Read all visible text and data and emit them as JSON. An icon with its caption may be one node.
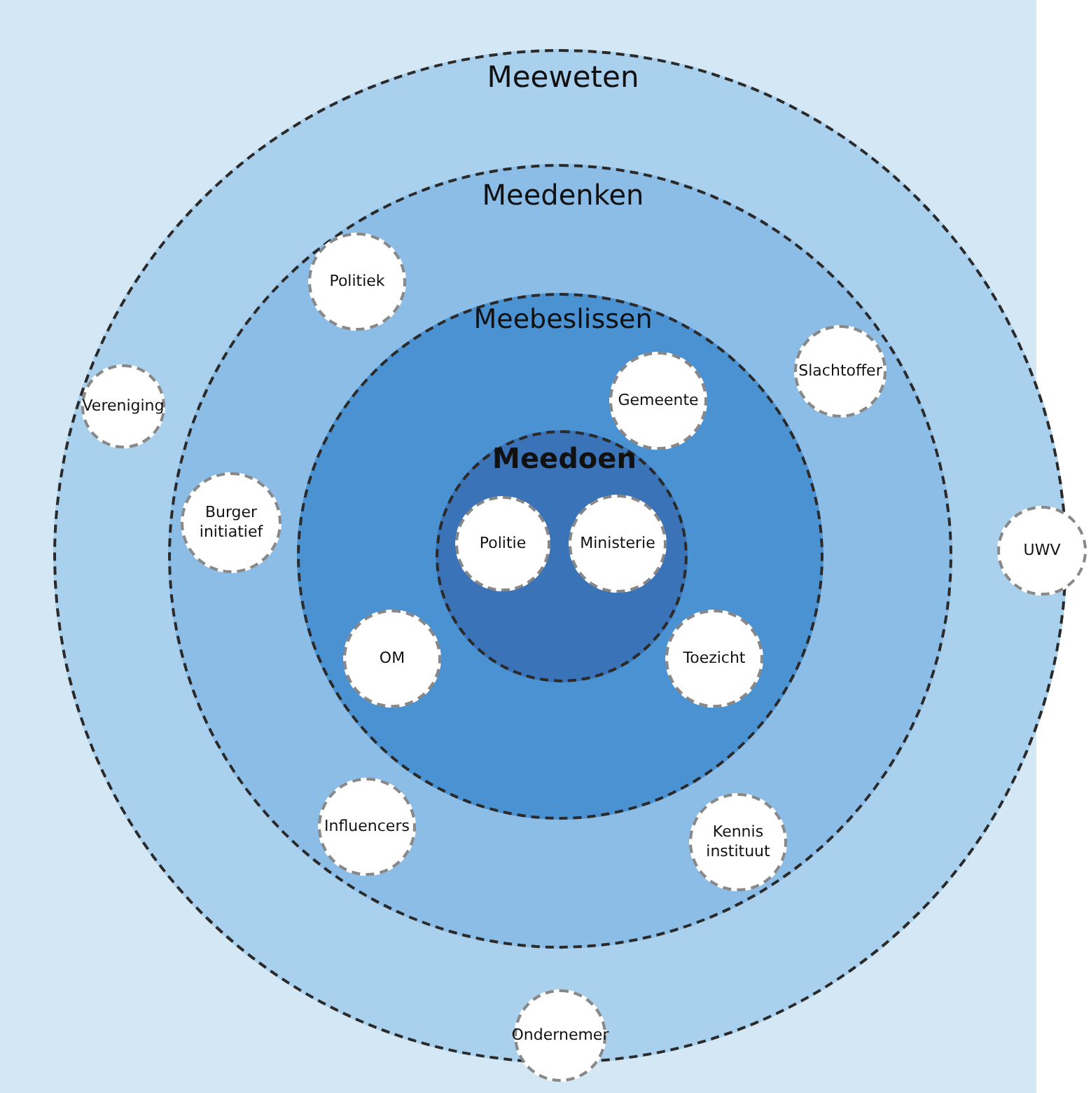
{
  "diagram": {
    "nodes": [
      {
        "text": [
          "Meeweten"
        ]
      },
      {
        "text": [
          "Meedenken"
        ],
        "in": 0
      },
      {
        "text": [
          "Meebeslissen"
        ],
        "in": 1
      },
      {
        "text": [
          "Meedoen"
        ],
        "in": 2
      },
      {
        "text": [
          "Vereniging"
        ],
        "in": 0
      },
      {
        "text": [
          "Politiek"
        ],
        "in": 1
      },
      {
        "text": [
          "Slachtoffer"
        ],
        "in": 1
      },
      {
        "text": [
          "Gemeente"
        ],
        "in": 2
      },
      {
        "text": [
          "Burger initiatief"
        ],
        "in": 1
      },
      {
        "text": [
          "Politie"
        ],
        "in": 3
      },
      {
        "text": [
          "Ministerie"
        ],
        "in": 3
      },
      {
        "text": [
          "UWV"
        ]
      },
      {
        "text": [
          "OM"
        ],
        "in": 2
      },
      {
        "text": [
          "Toezicht"
        ],
        "in": 2
      },
      {
        "text": [
          "Influencers"
        ],
        "in": 1
      },
      {
        "text": [
          "Kennis instituut"
        ],
        "in": 1
      },
      {
        "text": [
          "Ondernemer"
        ]
      }
    ],
    "edges": []
  }
}
